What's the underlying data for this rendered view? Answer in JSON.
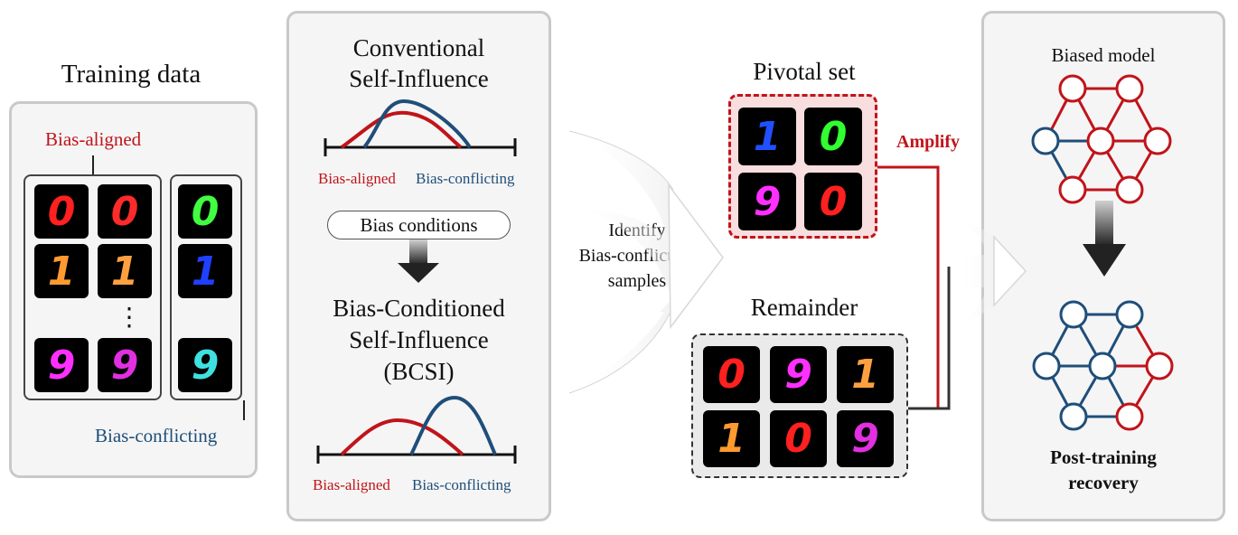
{
  "training": {
    "title": "Training data",
    "aligned_label": "Bias-aligned",
    "conflicting_label": "Bias-conflicting",
    "ellipsis": "⋮",
    "aligned_digits": [
      {
        "d": "0",
        "color": "#ff2020"
      },
      {
        "d": "0",
        "color": "#ff2a2a"
      },
      {
        "d": "1",
        "color": "#ff9a30"
      },
      {
        "d": "1",
        "color": "#ffa040"
      },
      {
        "d": "9",
        "color": "#ff30ff"
      },
      {
        "d": "9",
        "color": "#e030e0"
      }
    ],
    "conflicting_digits": [
      {
        "d": "0",
        "color": "#40ff40"
      },
      {
        "d": "1",
        "color": "#2040ff"
      },
      {
        "d": "9",
        "color": "#40e0e0"
      }
    ]
  },
  "bcsi": {
    "top_title_1": "Conventional",
    "top_title_2": "Self-Influence",
    "top_axis_left": "Bias-aligned",
    "top_axis_right": "Bias-conflicting",
    "conditions": "Bias conditions",
    "bottom_title_1": "Bias-Conditioned",
    "bottom_title_2": "Self-Influence",
    "bottom_title_3": "(BCSI)",
    "bottom_axis_left": "Bias-aligned",
    "bottom_axis_right": "Bias-conflicting"
  },
  "identify": {
    "line1": "Identify",
    "line2": "Bias-conflicting",
    "line3": "samples"
  },
  "pivotal": {
    "title": "Pivotal set",
    "amplify": "Amplify",
    "digits": [
      {
        "d": "1",
        "color": "#2050ff"
      },
      {
        "d": "0",
        "color": "#30ff30"
      },
      {
        "d": "9",
        "color": "#ff30ff"
      },
      {
        "d": "0",
        "color": "#ff2020"
      }
    ]
  },
  "remainder": {
    "title": "Remainder",
    "digits": [
      {
        "d": "0",
        "color": "#ff2020"
      },
      {
        "d": "9",
        "color": "#ff30ff"
      },
      {
        "d": "1",
        "color": "#ffa040"
      },
      {
        "d": "1",
        "color": "#ff9a30"
      },
      {
        "d": "0",
        "color": "#ff2020"
      },
      {
        "d": "9",
        "color": "#e030e0"
      }
    ]
  },
  "model": {
    "biased_title": "Biased model",
    "recovery_1": "Post-training",
    "recovery_2": "recovery"
  },
  "colors": {
    "red": "#c0141a",
    "blue": "#1f4e79",
    "panel_bg": "#f5f5f5",
    "panel_border": "#c9c9c9"
  }
}
